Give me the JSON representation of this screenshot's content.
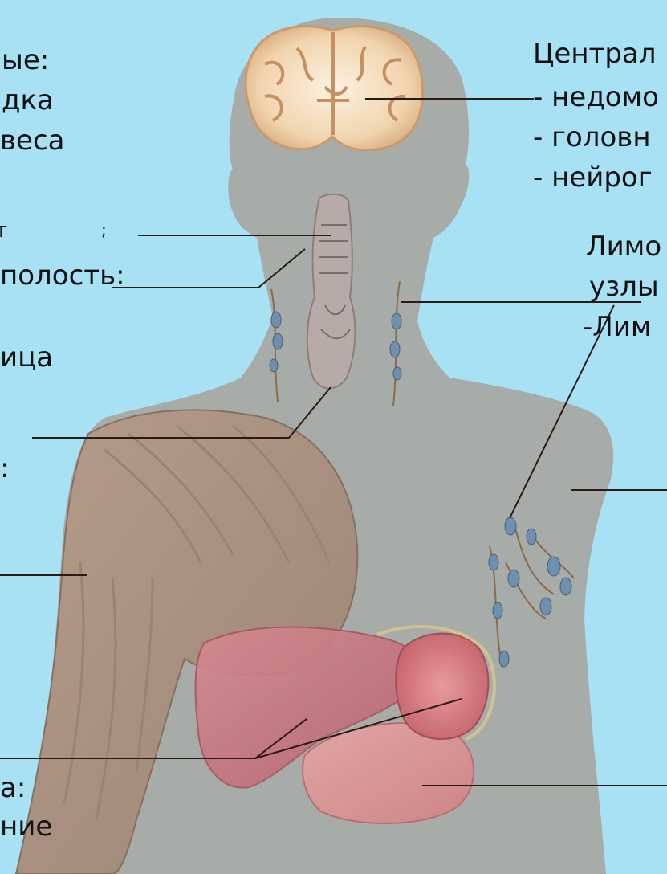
{
  "colors": {
    "background": "#a7e1f3",
    "silhouette": "#a8aca9",
    "leader_line": "#2a1a14",
    "text": "#111111"
  },
  "title": "",
  "left_labels": {
    "group1_line1": "ые:",
    "group1_line2": "дка",
    "group1_line3": "веса",
    "group2_line1": "т",
    "group2_line2": ";",
    "group3_line1": "полость:",
    "group4_line1": "ица",
    "group5_line1": ":",
    "group6_line1": "а:",
    "group6_line2": "ние"
  },
  "right_labels": {
    "central_title": "Централ",
    "central_item1": "- недомо",
    "central_item2": "- головн",
    "central_item3": "- нейрог",
    "lymph_title": "Лимо",
    "lymph_line2": "узлы",
    "lymph_item1": "-Лим"
  },
  "organs": [
    "brain-icon",
    "throat-icon",
    "neck-lymph-nodes-icon",
    "axillary-lymph-nodes-icon",
    "arm-muscles-icon",
    "liver-icon",
    "spleen-icon",
    "stomach-icon"
  ]
}
